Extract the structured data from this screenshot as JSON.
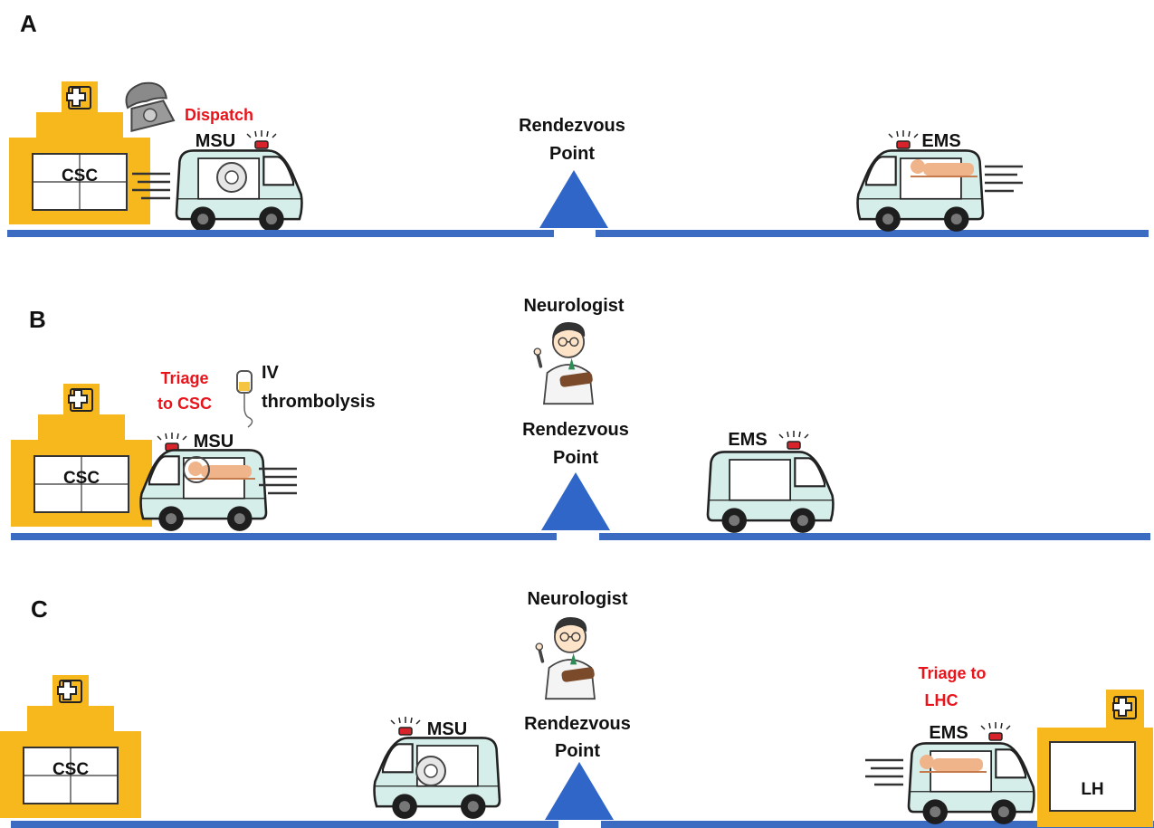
{
  "panels": [
    {
      "letter": "A",
      "csc_label": "CSC",
      "dispatch": "Dispatch",
      "msu_label": "MSU",
      "rendezvous_line1": "Rendezvous",
      "rendezvous_line2": "Point",
      "ems_label": "EMS"
    },
    {
      "letter": "B",
      "csc_label": "CSC",
      "triage_line1": "Triage",
      "triage_line2": "to CSC",
      "iv_line1": "IV",
      "iv_line2": "thrombolysis",
      "msu_label": "MSU",
      "neurologist": "Neurologist",
      "rendezvous_line1": "Rendezvous",
      "rendezvous_line2": "Point",
      "ems_label": "EMS"
    },
    {
      "letter": "C",
      "csc_label": "CSC",
      "msu_label": "MSU",
      "neurologist": "Neurologist",
      "rendezvous_line1": "Rendezvous",
      "rendezvous_line2": "Point",
      "triage_line1": "Triage to",
      "triage_line2": "LHC",
      "ems_label": "EMS",
      "lh_label": "LH"
    }
  ],
  "colors": {
    "road": "#3b6cc2",
    "triangle": "#2f66c8",
    "hospital": "#f6b81c",
    "ambulance_body": "#d6eeea",
    "ambulance_window": "#ffffff",
    "highlight_red": "#e8131b",
    "patient": "#f0b48a"
  },
  "icons": [
    "hospital-icon",
    "telephone-icon",
    "ambulance-icon",
    "siren-icon",
    "neurologist-icon",
    "iv-bag-icon",
    "patient-icon",
    "brain-scanner-icon"
  ]
}
